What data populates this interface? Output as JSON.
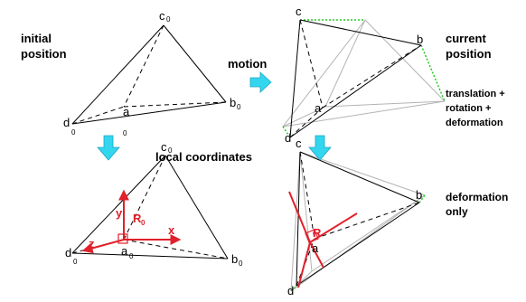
{
  "captions": {
    "initial_line1": "initial",
    "initial_line2": "position",
    "motion": "motion",
    "current_line1": "current",
    "current_line2": "position",
    "ttd_line1": "translation +",
    "ttd_line2": "rotation +",
    "ttd_line3": "deformation",
    "local_coords": "local coordinates",
    "deform_line1": "deformation",
    "deform_line2": "only"
  },
  "vertices": {
    "c": "c",
    "b": "b",
    "a": "a",
    "d": "d",
    "sub0": "0"
  },
  "axes": {
    "x": "x",
    "y": "y",
    "z": "z",
    "R": "R",
    "R_sub": "0"
  },
  "colors": {
    "arrow": "#33d6ee",
    "arrow_stroke": "#1aa7c2",
    "axis_red": "#e0202a",
    "ghost_gray": "#b4b4b4",
    "green_dotted": "#22cc22",
    "line": "#000000"
  }
}
